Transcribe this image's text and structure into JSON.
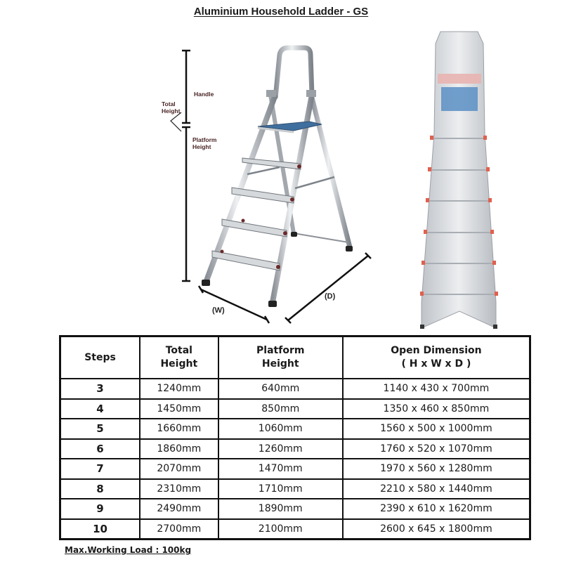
{
  "title": "Aluminium Household Ladder - GS",
  "diagram": {
    "labels": {
      "handle": "Handle",
      "total_height": "Total Height",
      "platform_height": "Platform Height",
      "width": "(W)",
      "depth": "(D)"
    },
    "colors": {
      "label": "#4a2424",
      "platform_blue": "#3f6f9f",
      "foot_red": "#d9534f",
      "aluminium": "#c9ccd0"
    }
  },
  "table": {
    "headers": {
      "steps": "Steps",
      "total_height_1": "Total",
      "total_height_2": "Height",
      "platform_height_1": "Platform",
      "platform_height_2": "Height",
      "open_dimension_1": "Open Dimension",
      "open_dimension_2": "( H x W x D )"
    },
    "rows": [
      {
        "steps": "3",
        "total_height": "1240mm",
        "platform_height": "640mm",
        "open_dimension": "1140 x 430 x 700mm"
      },
      {
        "steps": "4",
        "total_height": "1450mm",
        "platform_height": "850mm",
        "open_dimension": "1350 x 460 x 850mm"
      },
      {
        "steps": "5",
        "total_height": "1660mm",
        "platform_height": "1060mm",
        "open_dimension": "1560 x 500 x 1000mm"
      },
      {
        "steps": "6",
        "total_height": "1860mm",
        "platform_height": "1260mm",
        "open_dimension": "1760 x 520 x 1070mm"
      },
      {
        "steps": "7",
        "total_height": "2070mm",
        "platform_height": "1470mm",
        "open_dimension": "1970 x 560 x 1280mm"
      },
      {
        "steps": "8",
        "total_height": "2310mm",
        "platform_height": "1710mm",
        "open_dimension": "2210 x 580 x 1440mm"
      },
      {
        "steps": "9",
        "total_height": "2490mm",
        "platform_height": "1890mm",
        "open_dimension": "2390 x 610 x 1620mm"
      },
      {
        "steps": "10",
        "total_height": "2700mm",
        "platform_height": "2100mm",
        "open_dimension": "2600 x 645 x 1800mm"
      }
    ]
  },
  "footer": {
    "max_load": "Max.Working Load : 100kg"
  }
}
